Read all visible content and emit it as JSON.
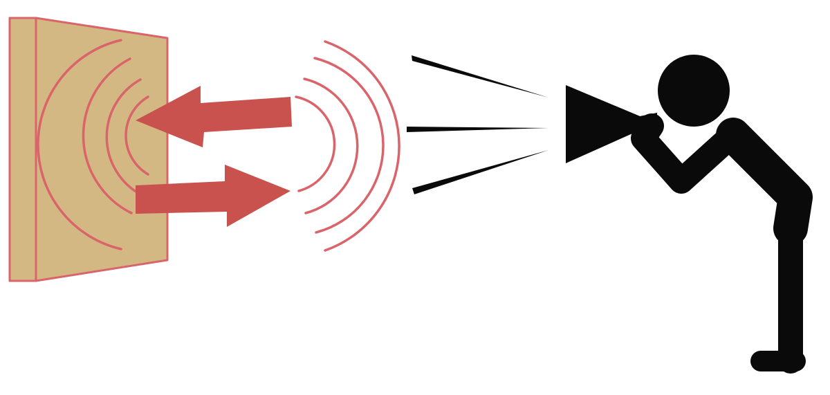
{
  "colors": {
    "background": "#ffffff",
    "wall_fill": "#d3b884",
    "wall_edge": "#d9646a",
    "wave": "#d9646a",
    "arrow": "#c9524f",
    "figure": "#0a0a0a"
  },
  "elements": {
    "wall": "wall",
    "echo_waves": "sound-waves",
    "arrow_toward_wall": "arrow-left",
    "arrow_away_from_wall": "arrow-right",
    "megaphone": "megaphone-icon",
    "sound_lines": "sound-lines",
    "person": "person-figure"
  }
}
